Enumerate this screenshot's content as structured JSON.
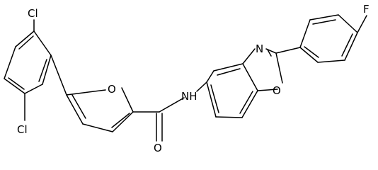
{
  "molecule": {
    "atoms": {
      "cl_top": "Cl",
      "cl_bottom": "Cl",
      "o_furan": "O",
      "o_carbonyl": "O",
      "nh": "NH",
      "n_oxazole": "N",
      "o_oxazole": "O",
      "f": "F"
    },
    "colors": {
      "bond": "#000000",
      "label": "#000000",
      "background": "#ffffff"
    }
  }
}
